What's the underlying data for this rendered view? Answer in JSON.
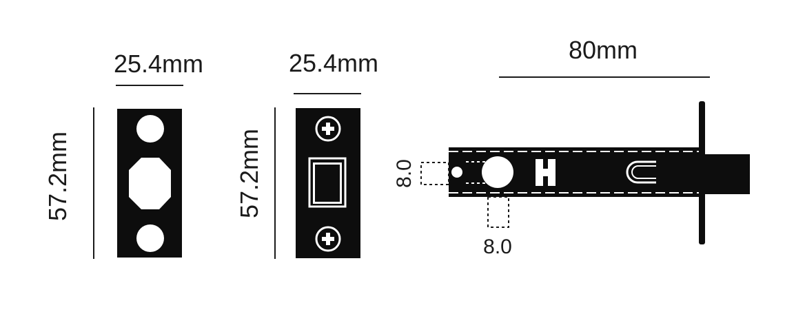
{
  "strike_plate": {
    "width": "25.4mm",
    "height": "57.2mm"
  },
  "faceplate": {
    "width": "25.4mm",
    "height": "57.2mm"
  },
  "latch_body": {
    "length": "80mm",
    "hole_vertical": "8.0",
    "hole_horizontal": "8.0"
  },
  "colors": {
    "part": "#0d0d0d",
    "line": "#1a1a1a",
    "background": "#ffffff"
  }
}
